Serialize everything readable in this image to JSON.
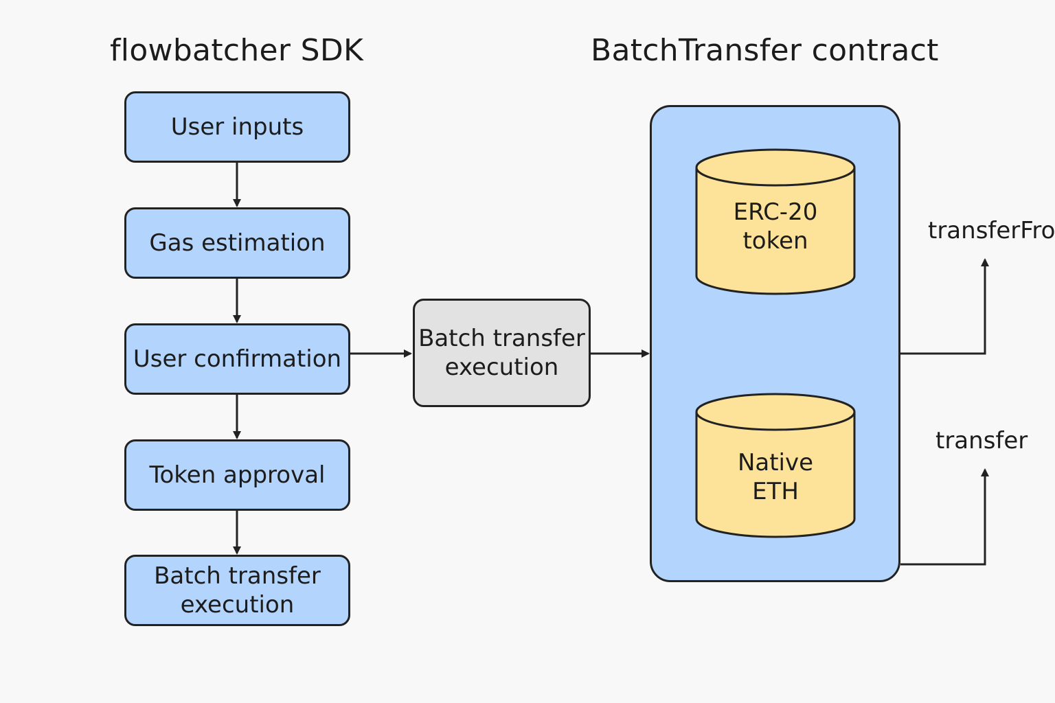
{
  "headings": {
    "sdk": "flowbatcher SDK",
    "contract": "BatchTransfer contract"
  },
  "sdk_steps": [
    {
      "label": "User inputs"
    },
    {
      "label": "Gas estimation"
    },
    {
      "label": "User confirmation"
    },
    {
      "label": "Token approval"
    },
    {
      "label": "Batch transfer\nexecution"
    }
  ],
  "execution_node": {
    "label": "Batch transfer\nexecution"
  },
  "contract_assets": [
    {
      "label": "ERC-20\ntoken"
    },
    {
      "label": "Native\nETH"
    }
  ],
  "outputs": [
    {
      "label": "transferFrom"
    },
    {
      "label": "transfer"
    }
  ],
  "colors": {
    "step_fill": "#b3d4fd",
    "execution_fill": "#e2e2e2",
    "asset_fill": "#fde29a",
    "stroke": "#222222",
    "background": "#f8f8f8"
  }
}
